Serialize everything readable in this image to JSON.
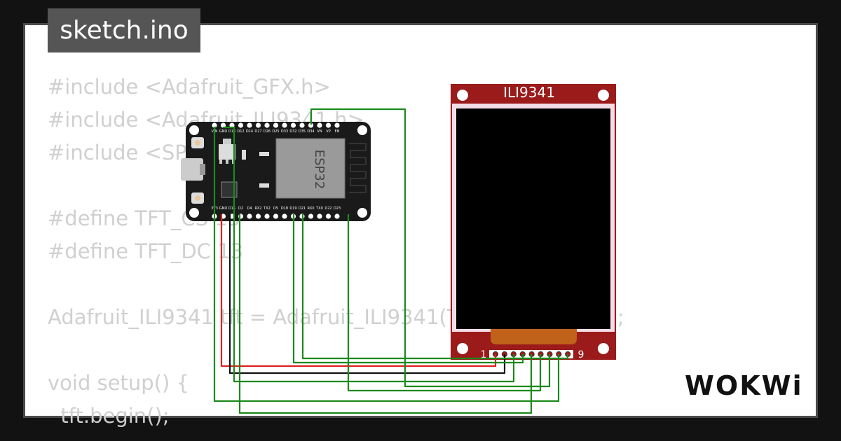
{
  "file_tab": {
    "label": "sketch.ino"
  },
  "code_lines": [
    "#include <Adafruit_GFX.h>",
    "#include <Adafruit_ILI9341.h>",
    "#include <SPI.h>",
    "",
    "#define TFT_CS 15",
    "#define TFT_DC 13",
    "",
    "Adafruit_ILI9341 tft = Adafruit_ILI9341(TFT_CS, TFT_DC);",
    "",
    "void setup() {",
    "  tft.begin();"
  ],
  "esp32": {
    "chip_label": "ESP32",
    "top_pins": [
      "VIN",
      "GND",
      "D13",
      "D12",
      "D14",
      "D27",
      "D26",
      "D25",
      "D33",
      "D32",
      "D35",
      "D34",
      "VN",
      "VP",
      "EN"
    ],
    "bottom_pins": [
      "3V3",
      "GND",
      "D15",
      "D2",
      "D4",
      "RX2",
      "TX2",
      "D5",
      "D18",
      "D19",
      "D21",
      "RX0",
      "TX0",
      "D22",
      "D23"
    ]
  },
  "display": {
    "title": "ILI9341",
    "pin_first": "1",
    "pin_last": "9"
  },
  "brand": {
    "logo_text": "WOKWi"
  },
  "colors": {
    "wire_green": "#1a8a1a",
    "wire_red": "#e02020",
    "wire_black": "#111111",
    "display_board": "#9b1a1a",
    "esp32_board": "#1a1a1a"
  }
}
